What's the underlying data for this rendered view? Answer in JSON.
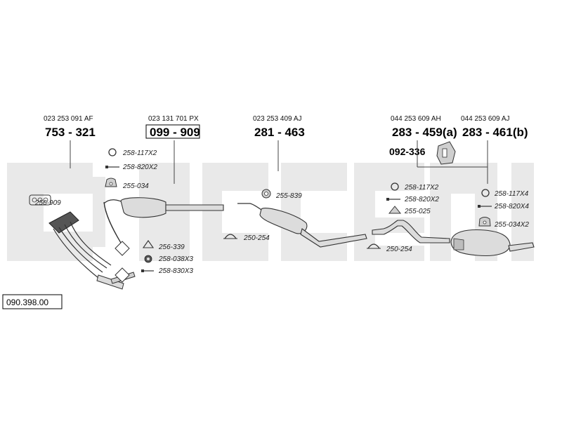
{
  "catalog_ref": "090.398.00",
  "columns": [
    {
      "oem": "023 253 091 AF",
      "part_no": "753 - 321",
      "boxed": false
    },
    {
      "oem": "023 131 701 PX",
      "part_no": "099 - 909",
      "boxed": true
    },
    {
      "oem": "023 253 409 AJ",
      "part_no": "281 - 463",
      "boxed": false
    },
    {
      "oem": "044 253 609 AH",
      "part_no": "283 - 459(a)",
      "boxed": false
    },
    {
      "oem": "044 253 609 AJ",
      "part_no": "283 - 461(b)",
      "boxed": false
    }
  ],
  "bracket_part": "092-336",
  "fittings": [
    {
      "label": "258-117X2",
      "icon": "clamp-ring-icon"
    },
    {
      "label": "258-820X2",
      "icon": "bolt-icon"
    },
    {
      "label": "255-034",
      "icon": "hanger-icon"
    },
    {
      "label": "256-909",
      "icon": "gasket-icon"
    },
    {
      "label": "256-339",
      "icon": "triangle-gasket-icon"
    },
    {
      "label": "258-038X3",
      "icon": "nut-icon"
    },
    {
      "label": "258-830X3",
      "icon": "bolt-icon"
    },
    {
      "label": "255-839",
      "icon": "rubber-mount-icon"
    },
    {
      "label": "250-254",
      "icon": "pipe-clamp-icon"
    },
    {
      "label": "258-117X2",
      "icon": "clamp-ring-icon"
    },
    {
      "label": "258-820X2",
      "icon": "bolt-icon"
    },
    {
      "label": "255-025",
      "icon": "hanger-icon"
    },
    {
      "label": "250-254",
      "icon": "pipe-clamp-icon"
    },
    {
      "label": "258-117X4",
      "icon": "clamp-ring-icon"
    },
    {
      "label": "258-820X4",
      "icon": "bolt-icon"
    },
    {
      "label": "255-034X2",
      "icon": "hanger-icon"
    }
  ]
}
